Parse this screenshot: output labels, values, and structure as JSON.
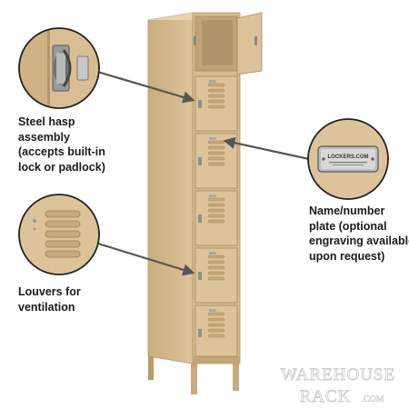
{
  "callouts": {
    "hasp": {
      "lines": [
        "Steel hasp",
        "assembly",
        "(accepts built-in",
        "lock or padlock)"
      ]
    },
    "plate": {
      "lines": [
        "Name/number",
        "plate (optional",
        "engraving available",
        "upon request)"
      ],
      "plate_text": "LOCKERS.COM"
    },
    "louvers": {
      "lines": [
        "Louvers for",
        "ventilation"
      ]
    }
  },
  "watermark": {
    "line1": "WAREHOUSE",
    "line2": "RACK",
    "suffix": ".COM"
  },
  "colors": {
    "locker_tan": "#dcc39a",
    "locker_shadow": "#b79a6c",
    "locker_highlight": "#eddcbd",
    "arrow": "#555555",
    "circle_border": "#222222"
  }
}
